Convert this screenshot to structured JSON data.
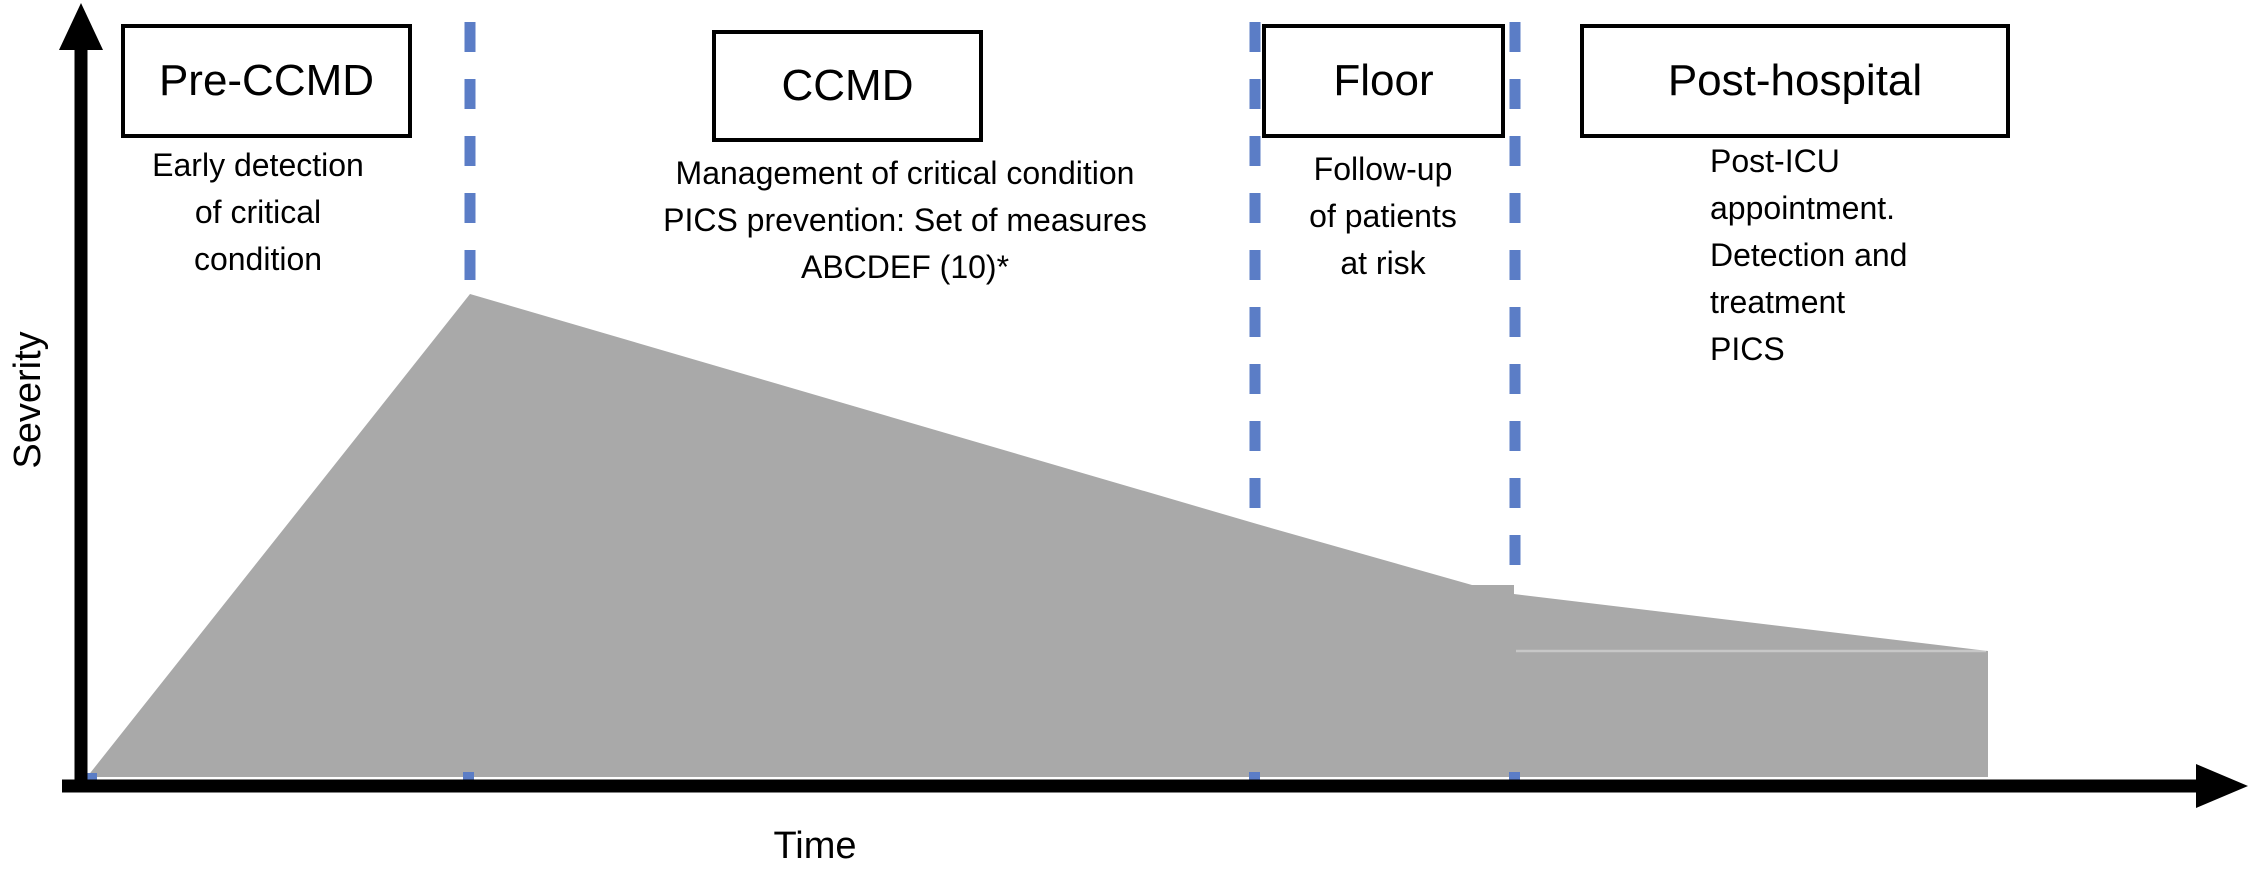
{
  "figure": {
    "axes": {
      "y_label": "Severity",
      "x_label": "Time"
    },
    "phases": [
      {
        "label": "Pre-CCMD",
        "desc_lines": [
          "Early detection",
          "of critical",
          "condition"
        ]
      },
      {
        "label": "CCMD",
        "desc_lines": [
          "Management of critical condition",
          "PICS prevention: Set of measures",
          "ABCDEF (10)*"
        ]
      },
      {
        "label": "Floor",
        "desc_lines": [
          "Follow-up",
          "of patients",
          "at risk"
        ]
      },
      {
        "label": "Post-hospital",
        "desc_lines": [
          "Post-ICU",
          "appointment.",
          "Detection and",
          "treatment",
          "PICS"
        ]
      }
    ],
    "severity_area": {
      "type": "area",
      "description": "Gray shaded severity curve: rises from origin to a peak at the Pre-CCMD/CCMD divider, declines through CCMD, small step down at the Floor/Post-hospital divider, gentle decline afterwards, ending before the arrow tip",
      "points_fraction_x_y": [
        [
          0.0,
          0.0
        ],
        [
          0.177,
          0.624
        ],
        [
          0.541,
          0.327
        ],
        [
          0.641,
          0.248
        ],
        [
          0.66,
          0.236
        ],
        [
          0.88,
          0.163
        ],
        [
          0.88,
          0.0
        ]
      ]
    },
    "colors": {
      "area_gray": "#a9a9a9",
      "divider_blue": "#5b7dc6",
      "axis_black": "#000000",
      "box_border": "#000000",
      "box_fill": "#ffffff"
    }
  }
}
